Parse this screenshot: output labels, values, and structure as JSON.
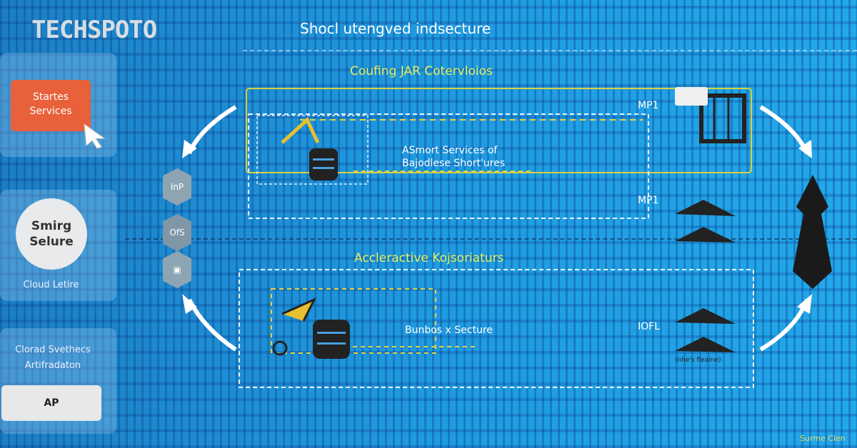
{
  "header": {
    "logo": "TECHSPOTO",
    "title": "Shocl utengved indsecture"
  },
  "sidebar": {
    "card1": {
      "button": "Startes Services"
    },
    "card2": {
      "circle": "Smirg Selure",
      "caption": "Cloud Letire"
    },
    "card3": {
      "text": "Clorad Svethecs Artifradaton",
      "button": "AP"
    }
  },
  "hex_stack": [
    "InP",
    "OfS",
    ""
  ],
  "top_section": {
    "title": "Coufing JAR Cotervloios",
    "service_text": "ASmort Services of Bajodlese Short'ures",
    "label1": "MP1",
    "label2": "MP1"
  },
  "bottom_section": {
    "title": "Accleractive Kojsoriaturs",
    "service_text": "Bunbos x Secture",
    "label": "IOFL",
    "caption": "(nhe's fleaine)"
  },
  "footer": {
    "corner_text": "Surme Clen"
  },
  "colors": {
    "accent_orange": "#e8613a",
    "accent_yellow": "#e6f05a",
    "background_blue": "#1f9be0"
  }
}
